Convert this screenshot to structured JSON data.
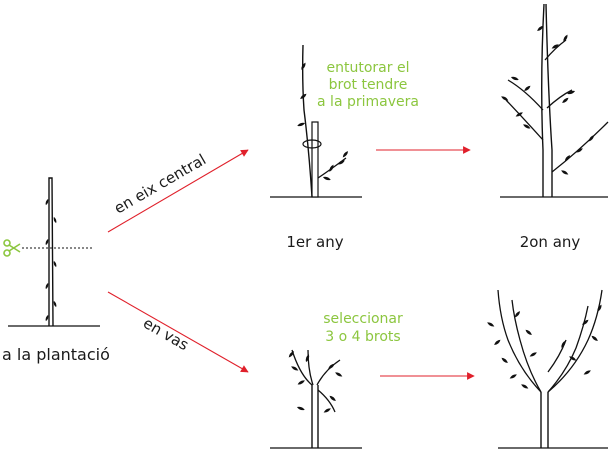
{
  "labels": {
    "planting": "a la plantació",
    "central_leader": "en eix central",
    "vase": "en vas",
    "year1": "1er any",
    "year2": "2on any"
  },
  "notes": {
    "stake_line1": "entutorar el",
    "stake_line2": "brot tendre",
    "stake_line3": "a la primavera",
    "select_line1": "seleccionar",
    "select_line2": "3 o 4 brots"
  },
  "colors": {
    "arrow": "#e0202b",
    "note_text": "#8cc63f",
    "scissors": "#8cc63f",
    "plant": "#111111"
  },
  "icons": {
    "cut_mark": "scissors-icon"
  }
}
